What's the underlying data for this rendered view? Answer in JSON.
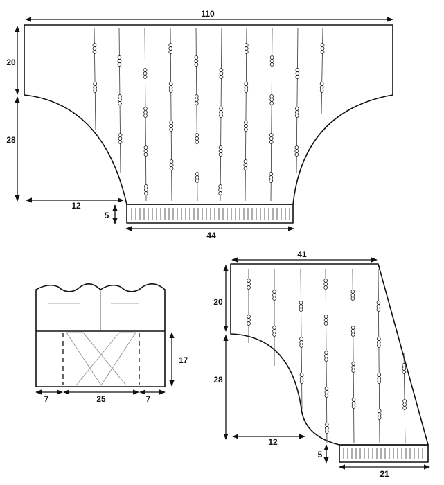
{
  "top_piece": {
    "width_label": "110",
    "yoke_height_label": "20",
    "curve_height_label": "28",
    "curve_width_label": "12",
    "rib_height_label": "5",
    "bottom_width_label": "44"
  },
  "small_piece": {
    "height_label": "17",
    "left_label": "7",
    "center_label": "25",
    "right_label": "7"
  },
  "right_piece": {
    "width_label": "41",
    "yoke_height_label": "20",
    "curve_height_label": "28",
    "curve_width_label": "12",
    "rib_height_label": "5",
    "bottom_width_label": "21"
  }
}
